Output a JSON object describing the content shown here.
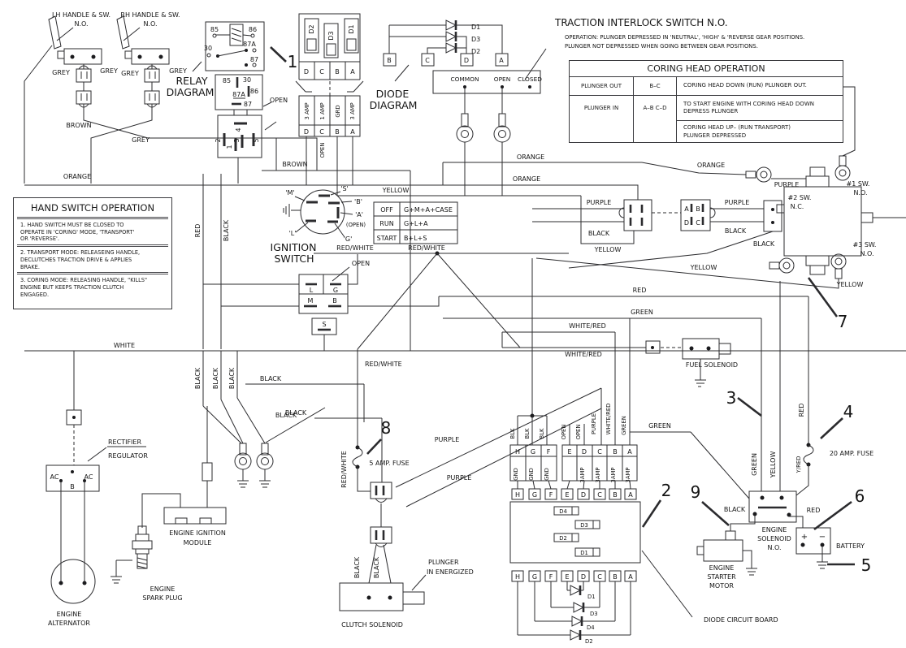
{
  "w": {
    "grey": "GREY",
    "brown": "BROWN",
    "orange": "ORANGE",
    "yellow": "YELLOW",
    "purple": "PURPLE",
    "black": "BLACK",
    "green": "GREEN",
    "red": "RED",
    "white": "WHITE",
    "rw": "RED/WHITE",
    "wr": "WHITE/RED",
    "yred": "Y/RED",
    "blk": "BLK",
    "gnd": "GND",
    "amp3": "3AMP",
    "open": "OPEN"
  },
  "n": {
    "c1": "1",
    "c2": "2",
    "c3": "3",
    "c4": "4",
    "c5": "5",
    "c6": "6",
    "c7": "7",
    "c8": "8",
    "c9": "9"
  },
  "lt": {
    "a": "A",
    "b": "B",
    "c": "C",
    "d": "D",
    "e": "E",
    "f": "F",
    "g": "G",
    "h": "H",
    "l": "L",
    "m": "M",
    "s": "S",
    "ac": "AC",
    "plus": "+",
    "minus": "−"
  },
  "relay": {
    "t1": "RELAY",
    "t2": "DIAGRAM",
    "p30": "30",
    "p85": "85",
    "p86": "86",
    "p87": "87",
    "p87a": "87A",
    "n1": "1",
    "n2": "2",
    "n3": "3",
    "n4": "4",
    "n5": "5"
  },
  "handles": {
    "lh": "LH HANDLE & SW.",
    "rh": "RH HANDLE & SW.",
    "no": "N.O."
  },
  "panel": {
    "d1": "D1",
    "d2": "D2",
    "d3": "D3",
    "d4": "D4",
    "a3": "3 AMP",
    "a1": "1 AMP",
    "grd": "GRD"
  },
  "diode": {
    "t1": "DIODE",
    "t2": "DIAGRAM"
  },
  "traction": {
    "title": "TRACTION INTERLOCK SWITCH N.O.",
    "op1": "OPERATION: PLUNGER DEPRESSED IN 'NEUTRAL', 'HIGH' & 'REVERSE GEAR POSITIONS.",
    "op2": "PLUNGER NOT DEPRESSED WHEN GOING BETWEEN GEAR POSITIONS.",
    "common": "COMMON",
    "open": "OPEN",
    "closed": "CLOSED"
  },
  "coring": {
    "title": "CORING HEAD OPERATION",
    "r1c1": "PLUNGER OUT",
    "r1c2": "B–C",
    "r1c3": "CORING HEAD DOWN (RUN) PLUNGER OUT.",
    "r2c1": "PLUNGER IN",
    "r2c2": "A–B  C–D",
    "r2c3": "TO START ENGINE WITH CORING HEAD DOWN\nDEPRESS  PLUNGER",
    "r3c3": "CORING HEAD UP– (RUN TRANSPORT)\nPLUNGER DEPRESSED"
  },
  "hand": {
    "title": "HAND SWITCH OPERATION",
    "item1": "1.  HAND SWITCH MUST BE CLOSED TO\nOPERATE IN 'CORING' MODE, 'TRANSPORT'\nOR 'REVERSE'.",
    "item2": "2.  TRANSPORT MODE: RELEASEING HANDLE,\nDECLUTCHES TRACTION  DRIVE & APPLIES\nBRAKE.",
    "item3": "3.  CORING MODE: RELEASING HANDLE, \"KILLS\"\nENGINE BUT KEEPS TRACTION CLUTCH\nENGAGED."
  },
  "ign": {
    "t1": "IGNITION",
    "t2": "SWITCH",
    "m": "'M'",
    "s": "'S'",
    "b": "'B'",
    "a": "'A'",
    "aopen": "(OPEN)",
    "l": "'L'",
    "g": "'G'",
    "open": "OPEN",
    "off": "OFF",
    "offv": "G+M+A+CASE",
    "run": "RUN",
    "runv": "G+L+A",
    "start": "START",
    "startv": "B+L+S"
  },
  "sw": {
    "s1": "#1 SW.",
    "s1s": "N.O.",
    "s2": "#2 SW.",
    "s2s": "N.C.",
    "s3": "#3 SW.",
    "s3s": "N.O."
  },
  "comp": {
    "fuel": "FUEL SOLENOID",
    "fuse5": "5 AMP. FUSE",
    "fuse20": "20 AMP. FUSE",
    "rect1": "RECTIFIER",
    "rect2": "REGULATOR",
    "mod1": "ENGINE IGNITION",
    "mod2": "MODULE",
    "spark1": "ENGINE",
    "spark2": "SPARK PLUG",
    "alt1": "ENGINE",
    "alt2": "ALTERNATOR",
    "clutch": "CLUTCH SOLENOID",
    "plg1": "PLUNGER",
    "plg2": "IN ENERGIZED",
    "esol1": "ENGINE",
    "esol2": "SOLENOID",
    "esol3": "N.O.",
    "st1": "ENGINE",
    "st2": "STARTER",
    "st3": "MOTOR",
    "battery": "BATTERY",
    "board": "DIODE CIRCUIT BOARD"
  }
}
